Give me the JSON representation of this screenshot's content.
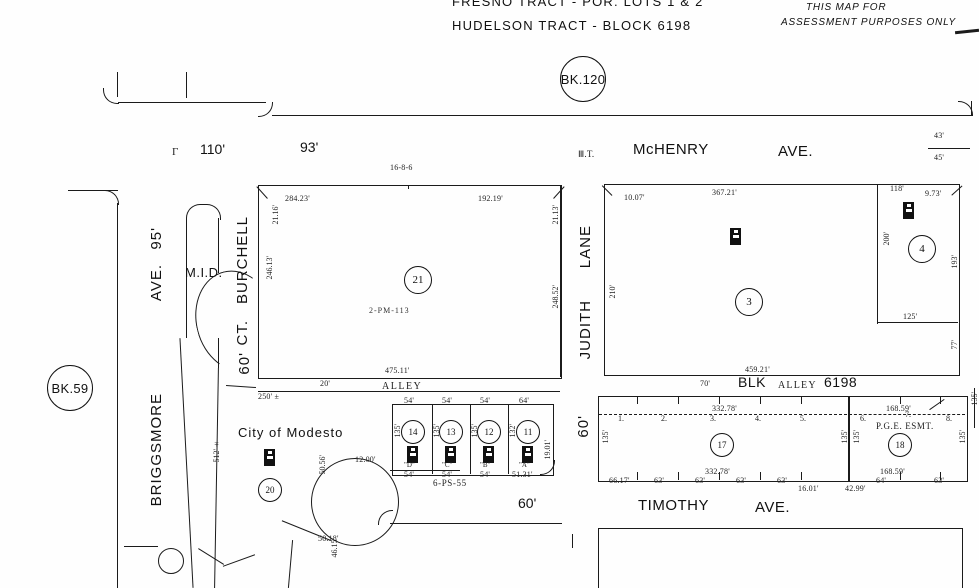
{
  "map": {
    "title_lines": [
      "FRESNO TRACT - POR. LOTS 1 & 2",
      "HUDELSON TRACT - BLOCK 6198"
    ],
    "disclaimer_lines": [
      "THIS MAP FOR",
      "ASSESSMENT PURPOSES ONLY"
    ]
  },
  "book_refs": {
    "top": "BK.120",
    "left": "BK.59"
  },
  "streets": {
    "mchenry": "McHENRY",
    "mchenry_suffix": "AVE.",
    "briggsmore_name": "BRIGGSMORE",
    "briggsmore_suffix": "AVE.",
    "burchell": "BURCHELL",
    "burchell_suffix": "CT.",
    "judith": "JUDITH",
    "judith_suffix": "LANE",
    "timothy": "TIMOTHY",
    "timothy_suffix": "AVE.",
    "alley_left": "ALLEY",
    "alley_right_prefix": "BLK",
    "alley_right_mid": "ALLEY",
    "alley_right_num": "6198",
    "mid": "M.I.D."
  },
  "street_widths": {
    "briggsmore": "95'",
    "burchell": "60'",
    "judith": "60'",
    "timothy": "60'",
    "alley_left": "20'",
    "alley_right": "70'",
    "top_left_a": "110'",
    "top_left_b": "93'"
  },
  "owners": {
    "city_of_modesto": "City of Modesto"
  },
  "annotations": {
    "pge_easement": "P.G.E. ESMT.",
    "pm_ref_parcel21": "2-PM-113",
    "top_ref_21": "16-8-6",
    "subdivision_ref": "6-PS-55",
    "approx_250": "250' ±"
  },
  "parcels": [
    {
      "id": "21",
      "label": "21"
    },
    {
      "id": "3",
      "label": "3"
    },
    {
      "id": "4",
      "label": "4"
    },
    {
      "id": "17",
      "label": "17"
    },
    {
      "id": "18",
      "label": "18"
    },
    {
      "id": "20",
      "label": "20"
    },
    {
      "id": "14",
      "label": "14"
    },
    {
      "id": "13",
      "label": "13"
    },
    {
      "id": "12",
      "label": "12"
    },
    {
      "id": "11",
      "label": "11"
    }
  ],
  "parcel21_dims": {
    "top_left": "284.23'",
    "top_right": "192.19'",
    "left": "246.13'",
    "left_chamfer": "21.16'",
    "right_chamfer": "21.13'",
    "right": "248.52'",
    "bottom": "475.11'"
  },
  "parcel3_dims": {
    "top": "367.21'",
    "corner": "10.07'",
    "left": "210'",
    "bottom": "459.21'"
  },
  "parcel4_dims": {
    "top": "118'",
    "corner": "9.73'",
    "left": "200'",
    "right": "193'",
    "bottom": "125'"
  },
  "parcel17_dims": {
    "top": "332.78'",
    "bottom_total": "332.78'",
    "left": "135'",
    "right": "135'",
    "segs_bottom": [
      "66.17'",
      "63'",
      "63'",
      "63'",
      "63'"
    ],
    "extra": "16.01'"
  },
  "parcel18_dims": {
    "top": "168.59'",
    "bottom": "168.59'",
    "left": "135'",
    "right": "135'",
    "segs_bottom": [
      "64'",
      "63'"
    ],
    "extra": "42.99'"
  },
  "lot_numbers_17": [
    "1.",
    "2.",
    "3.",
    "4.",
    "5."
  ],
  "lot_numbers_18": [
    "6.",
    "7.",
    "8."
  ],
  "small_lots": [
    {
      "parcel": "14",
      "letter": "\"D\"",
      "top": "54'",
      "bottom": "54'",
      "side": "135'"
    },
    {
      "parcel": "13",
      "letter": "\"C\"",
      "top": "54'",
      "bottom": "54'",
      "side": "135'"
    },
    {
      "parcel": "12",
      "letter": "\"B\"",
      "top": "54'",
      "bottom": "54'",
      "side": "135'"
    },
    {
      "parcel": "11",
      "letter": "\"A\"",
      "top": "64'",
      "bottom": "51.31'",
      "side": "132'"
    }
  ],
  "misc_dims": {
    "cul_de_sac_radius": "50.56'",
    "cul_de_sac_lower": "50.18'",
    "alley_return": "12.00'",
    "briggsmore_len": "512'±",
    "right_edge_top": "43'",
    "right_edge_bottom": "45'",
    "corner_19": "19.01'"
  }
}
